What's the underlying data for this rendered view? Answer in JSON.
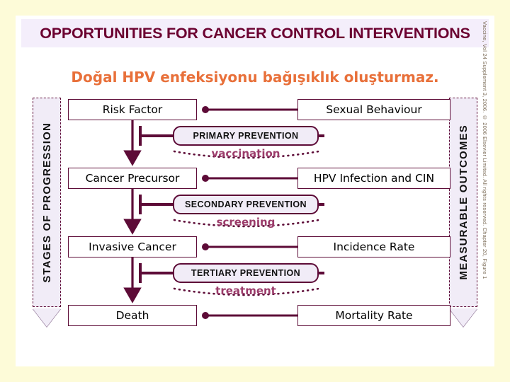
{
  "page": {
    "background_color": "#fdfbd8",
    "slide_background": "#ffffff"
  },
  "header": {
    "title": "OPPORTUNITIES FOR CANCER CONTROL INTERVENTIONS",
    "title_color": "#6b0030",
    "band_color": "#f4eefb"
  },
  "subtitle": {
    "text": "Doğal HPV enfeksiyonu bağışıklık oluşturmaz.",
    "color": "#e8703a"
  },
  "rails": {
    "left": {
      "label": "STAGES OF PROGRESSION"
    },
    "right": {
      "label": "MEASURABLE OUTCOMES"
    }
  },
  "diagram": {
    "accent_color": "#5d0b37",
    "pill_fill": "#f1ecf7",
    "dotted_label_color": "#9b3b6a",
    "stages": [
      {
        "left": "Risk Factor",
        "right": "Sexual Behaviour"
      },
      {
        "left": "Cancer Precursor",
        "right": "HPV Infection and CIN"
      },
      {
        "left": "Invasive Cancer",
        "right": "Incidence Rate"
      },
      {
        "left": "Death",
        "right": "Mortality Rate"
      }
    ],
    "interventions": [
      {
        "title": "PRIMARY PREVENTION",
        "method": "vaccination"
      },
      {
        "title": "SECONDARY PREVENTION",
        "method": "screening"
      },
      {
        "title": "TERTIARY PREVENTION",
        "method": "treatment"
      }
    ]
  },
  "credit": {
    "text": "Vaccine, Vol 24 Supplement 3, 2006. © 2006 Elsevier Limited. All rights reserved. Chapter 20, Figure 1"
  }
}
